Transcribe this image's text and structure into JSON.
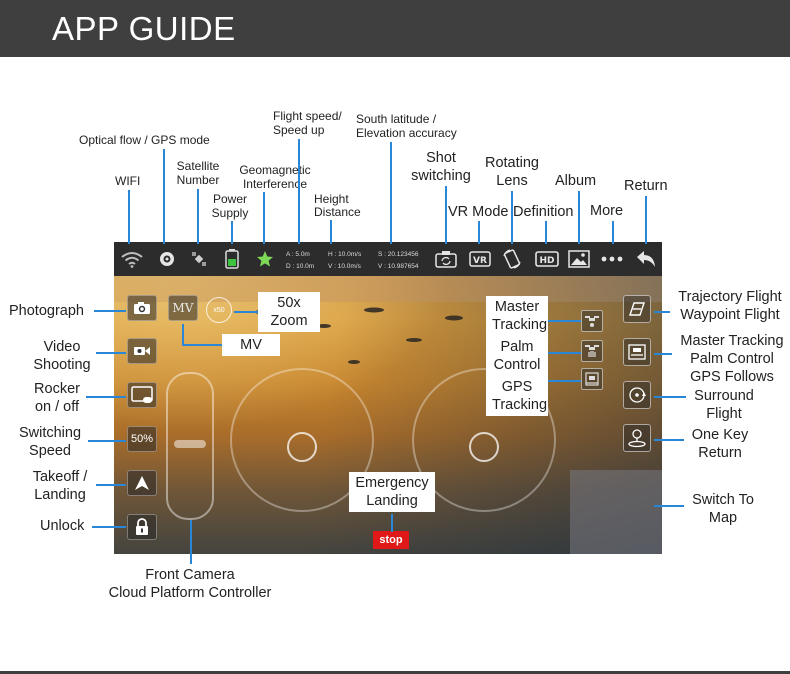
{
  "header": {
    "title": "APP GUIDE"
  },
  "screen": {
    "telemetry": {
      "a": "A : 5.0m",
      "d": "D : 10.0m",
      "h": "H : 10.0m/s",
      "v": "V : 10.0m/s",
      "s_lat": "S : 20.123456",
      "v_acc": "V : 10.987654"
    },
    "speed_value": "50%",
    "mv_button": "MV",
    "zoom_badge": "x50",
    "stop_label": "stop"
  },
  "annotations": {
    "wifi": "WIFI",
    "optical_flow": "Optical flow / GPS mode",
    "satellite": [
      "Satellite",
      "Number"
    ],
    "power": [
      "Power",
      "Supply"
    ],
    "geomagnetic": [
      "Geomagnetic",
      "Interference"
    ],
    "flight_speed": [
      "Flight speed/",
      "Speed up"
    ],
    "height": [
      "Height",
      "Distance"
    ],
    "south_latitude": [
      "South latitude /",
      "Elevation accuracy"
    ],
    "shot_switching": [
      "Shot",
      "switching"
    ],
    "rotating_lens": [
      "Rotating",
      "Lens"
    ],
    "album": "Album",
    "return_top": "Return",
    "vr_mode": "VR Mode",
    "definition": "Definition",
    "more": "More",
    "photograph": "Photograph",
    "video_shooting": [
      "Video",
      "Shooting"
    ],
    "rocker": [
      "Rocker",
      "on / off"
    ],
    "switching_speed": [
      "Switching",
      "Speed"
    ],
    "takeoff_landing": [
      "Takeoff /",
      "Landing"
    ],
    "unlock": "Unlock",
    "zoom": [
      "50x",
      "Zoom"
    ],
    "mv": "MV",
    "master_tracking_box": [
      "Master",
      "Tracking"
    ],
    "palm_control_box": [
      "Palm",
      "Control"
    ],
    "gps_tracking_box": [
      "GPS",
      "Tracking"
    ],
    "trajectory_flight": [
      "Trajectory Flight",
      "Waypoint Flight"
    ],
    "master_tracking_list": [
      "Master Tracking",
      "Palm Control",
      "GPS Follows"
    ],
    "surround_flight": [
      "Surround",
      "Flight"
    ],
    "one_key_return": [
      "One Key",
      "Return"
    ],
    "emergency_landing": [
      "Emergency",
      "Landing"
    ],
    "switch_to_map": [
      "Switch To",
      "Map"
    ],
    "front_camera": [
      "Front Camera",
      "Cloud Platform Controller"
    ]
  },
  "colors": {
    "header_bg": "#3f3f3f",
    "leader_line": "#2a86d6",
    "stop_button": "#e01818",
    "power_icon": "#3ec43e",
    "geomagnetic_icon": "#7ed957"
  }
}
